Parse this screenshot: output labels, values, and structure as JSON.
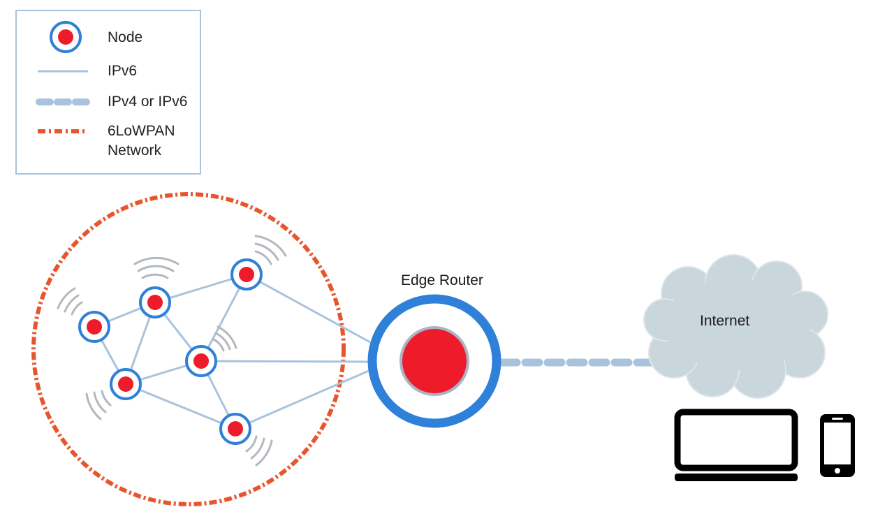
{
  "legend": {
    "node_label": "Node",
    "ipv6_label": "IPv6",
    "ipv4_or_ipv6_label": "IPv4 or IPv6",
    "lowpan_label_line1": "6LoWPAN",
    "lowpan_label_line2": "Network"
  },
  "edge_router_label": "Edge Router",
  "internet_label": "Internet",
  "icons": [
    "node-icon",
    "edge-router-icon",
    "internet-cloud-icon",
    "laptop-icon",
    "smartphone-icon",
    "wireless-signal-icon"
  ],
  "colors": {
    "node_fill": "#ee1c2b",
    "node_ring": "#2f80d8",
    "ipv6_link": "#a9c3dc",
    "ipv4_link": "#a9c3dc",
    "lowpan_boundary": "#e8552d",
    "cloud_fill": "#c9d6dc",
    "device": "#000000"
  }
}
